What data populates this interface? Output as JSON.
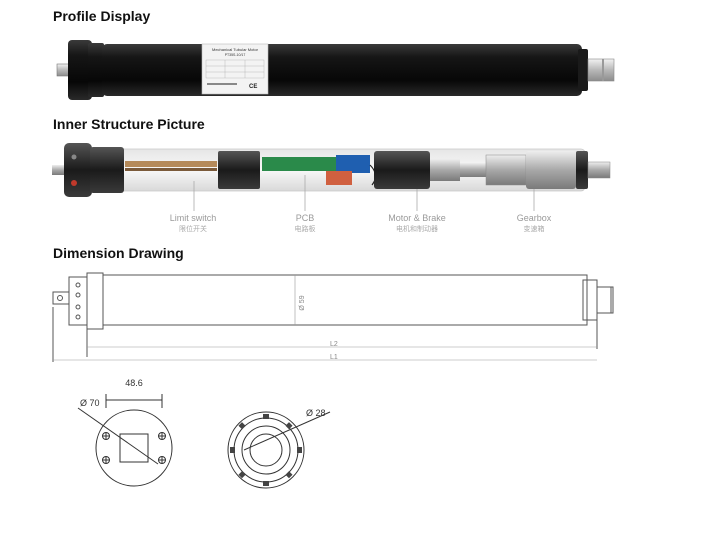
{
  "sections": {
    "profile": "Profile Display",
    "inner": "Inner Structure Picture",
    "dimension": "Dimension Drawing"
  },
  "motor_label": {
    "line1": "Mechanical Tubular Motor",
    "line2": "PT35S-10/17",
    "ce": "CE"
  },
  "components": [
    {
      "en": "Limit switch",
      "zh": "限位开关"
    },
    {
      "en": "PCB",
      "zh": "电路板"
    },
    {
      "en": "Motor & Brake",
      "zh": "电机和制动器"
    },
    {
      "en": "Gearbox",
      "zh": "变速箱"
    }
  ],
  "dimensions": {
    "tube_dia": "Ø 59",
    "l2": "L2",
    "l1": "L1",
    "width": "48.6",
    "head_dia": "Ø 70",
    "shaft_dia": "Ø 28"
  },
  "colors": {
    "tube": "#0e0e0e",
    "line": "#555555",
    "label": "#9a9a9a",
    "accent": "#c0392b"
  }
}
